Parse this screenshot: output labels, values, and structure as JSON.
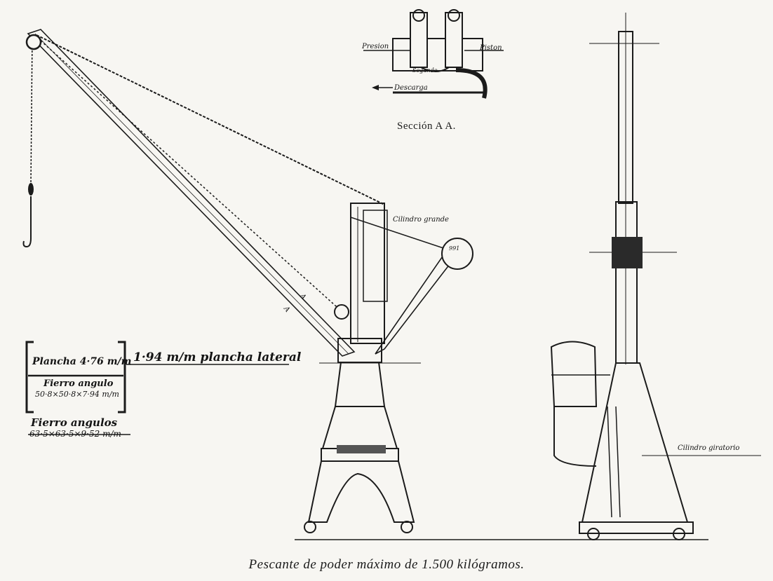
{
  "caption": "Pescante de poder máximo de 1.500 kilógramos.",
  "section_view": {
    "title": "Sección A A.",
    "labels": {
      "presion": "Presion",
      "piston": "Piston",
      "descarga": "Descarga",
      "segundo": "Segundo"
    }
  },
  "crane_front": {
    "cilindro_label": "Cilindro grande",
    "sheave_value": "991",
    "section_mark_left": "A",
    "section_mark_right": "A"
  },
  "crane_side": {
    "cilindro_label": "Cilindro giratorio"
  },
  "legend": {
    "plancha": "Plancha 4·76 m/m",
    "plancha_lateral": "1·94 m/m plancha lateral",
    "fierro_angulo_title": "Fierro angulo",
    "fierro_angulo_dims": "50·8×50·8×7·94 m/m",
    "fierro_angulos_title": "Fierro angulos",
    "fierro_angulos_dims": "63·5×63·5×9·52 m/m"
  }
}
